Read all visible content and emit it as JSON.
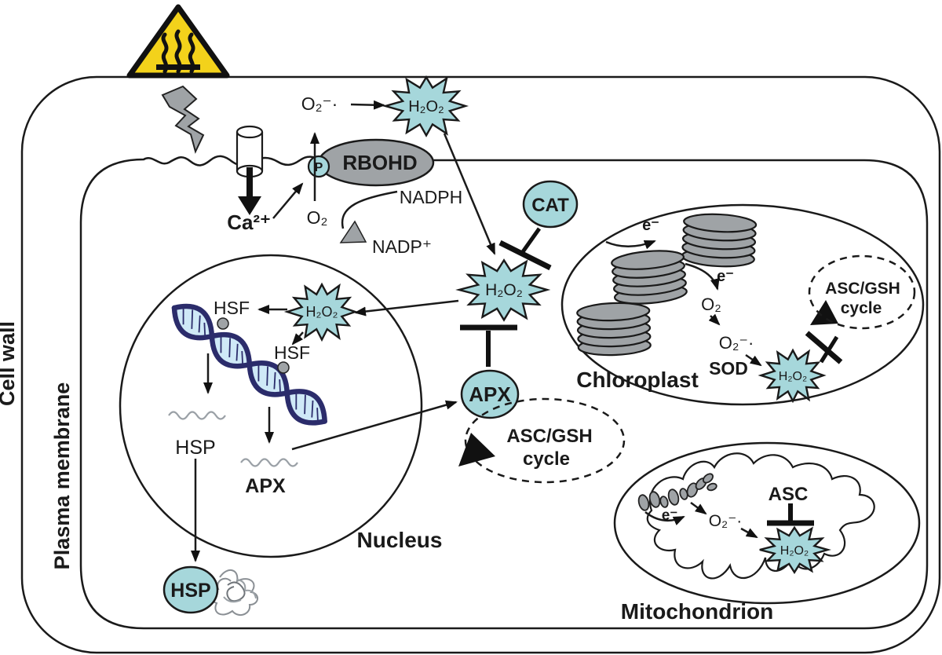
{
  "figure": {
    "type": "plant-cell-heat-stress-ros-signaling-diagram",
    "compartment_labels": {
      "cell_wall": "Cell wall",
      "plasma_membrane": "Plasma membrane",
      "nucleus": "Nucleus",
      "chloroplast": "Chloroplast",
      "mitochondrion": "Mitochondrion"
    },
    "cytosol": {
      "ca": "Ca²⁺",
      "o2_radical": "O₂⁻·",
      "o2": "O₂",
      "h2o2_membrane": "H₂O₂",
      "rbohd": "RBOHD",
      "phospho": "P",
      "nadph": "NADPH",
      "nadp": "NADP⁺",
      "cat": "CAT",
      "h2o2_central": "H₂O₂",
      "apx": "APX",
      "asc_gsh": "ASC/GSH",
      "cycle": "cycle"
    },
    "nucleus": {
      "h2o2": "H₂O₂",
      "hsf_top": "HSF",
      "hsf_bound": "HSF",
      "hsp_gene": "HSP",
      "apx_gene": "APX",
      "hsp_protein": "HSP"
    },
    "chloroplast": {
      "e1": "e⁻",
      "e2": "e⁻",
      "o2": "O₂",
      "o2_radical": "O₂⁻·",
      "sod": "SOD",
      "h2o2": "H₂O₂",
      "asc_gsh": "ASC/GSH",
      "cycle": "cycle"
    },
    "mitochondrion": {
      "e": "e⁻",
      "o2_radical": "O₂⁻·",
      "asc": "ASC",
      "h2o2": "H₂O₂"
    },
    "colors": {
      "enzyme_fill": "#a6d7db",
      "organelle_gray": "#9fa3a6",
      "warning_yellow": "#f3d21b",
      "dna_dark": "#2b2c6b",
      "dna_light": "#cfe9f7"
    }
  }
}
